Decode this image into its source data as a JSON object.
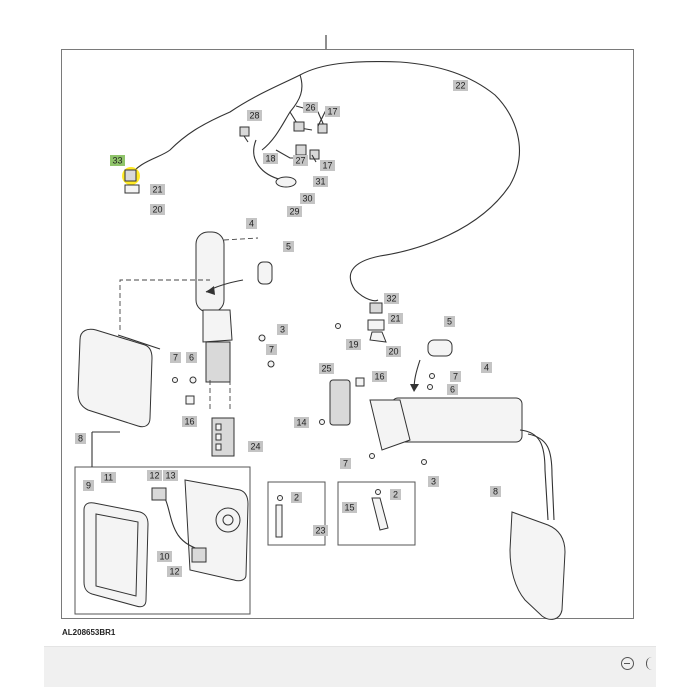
{
  "figure": {
    "id": "AL208653BR1"
  },
  "callouts": [
    {
      "label": "22",
      "highlighted": false
    },
    {
      "label": "26",
      "highlighted": false
    },
    {
      "label": "17",
      "highlighted": false
    },
    {
      "label": "28",
      "highlighted": false
    },
    {
      "label": "27",
      "highlighted": false
    },
    {
      "label": "17",
      "highlighted": false
    },
    {
      "label": "18",
      "highlighted": false
    },
    {
      "label": "31",
      "highlighted": false
    },
    {
      "label": "30",
      "highlighted": false
    },
    {
      "label": "29",
      "highlighted": false
    },
    {
      "label": "33",
      "highlighted": true
    },
    {
      "label": "21",
      "highlighted": false
    },
    {
      "label": "20",
      "highlighted": false
    },
    {
      "label": "4",
      "highlighted": false
    },
    {
      "label": "5",
      "highlighted": false
    },
    {
      "label": "3",
      "highlighted": false
    },
    {
      "label": "7",
      "highlighted": false
    },
    {
      "label": "7",
      "highlighted": false
    },
    {
      "label": "6",
      "highlighted": false
    },
    {
      "label": "16",
      "highlighted": false
    },
    {
      "label": "24",
      "highlighted": false
    },
    {
      "label": "8",
      "highlighted": false
    },
    {
      "label": "32",
      "highlighted": false
    },
    {
      "label": "21",
      "highlighted": false
    },
    {
      "label": "19",
      "highlighted": false
    },
    {
      "label": "20",
      "highlighted": false
    },
    {
      "label": "5",
      "highlighted": false
    },
    {
      "label": "25",
      "highlighted": false
    },
    {
      "label": "16",
      "highlighted": false
    },
    {
      "label": "7",
      "highlighted": false
    },
    {
      "label": "4",
      "highlighted": false
    },
    {
      "label": "6",
      "highlighted": false
    },
    {
      "label": "14",
      "highlighted": false
    },
    {
      "label": "7",
      "highlighted": false
    },
    {
      "label": "3",
      "highlighted": false
    },
    {
      "label": "9",
      "highlighted": false
    },
    {
      "label": "11",
      "highlighted": false
    },
    {
      "label": "12",
      "highlighted": false
    },
    {
      "label": "13",
      "highlighted": false
    },
    {
      "label": "10",
      "highlighted": false
    },
    {
      "label": "12",
      "highlighted": false
    },
    {
      "label": "2",
      "highlighted": false
    },
    {
      "label": "23",
      "highlighted": false
    },
    {
      "label": "15",
      "highlighted": false
    },
    {
      "label": "2",
      "highlighted": false
    },
    {
      "label": "8",
      "highlighted": false
    }
  ],
  "colors": {
    "callout_fill": "#c4c4c4",
    "highlight_fill": "#8fc46a",
    "highlight_glow": "#ffe600"
  },
  "controls": {
    "zoom_icon": "zoom-out-icon"
  }
}
